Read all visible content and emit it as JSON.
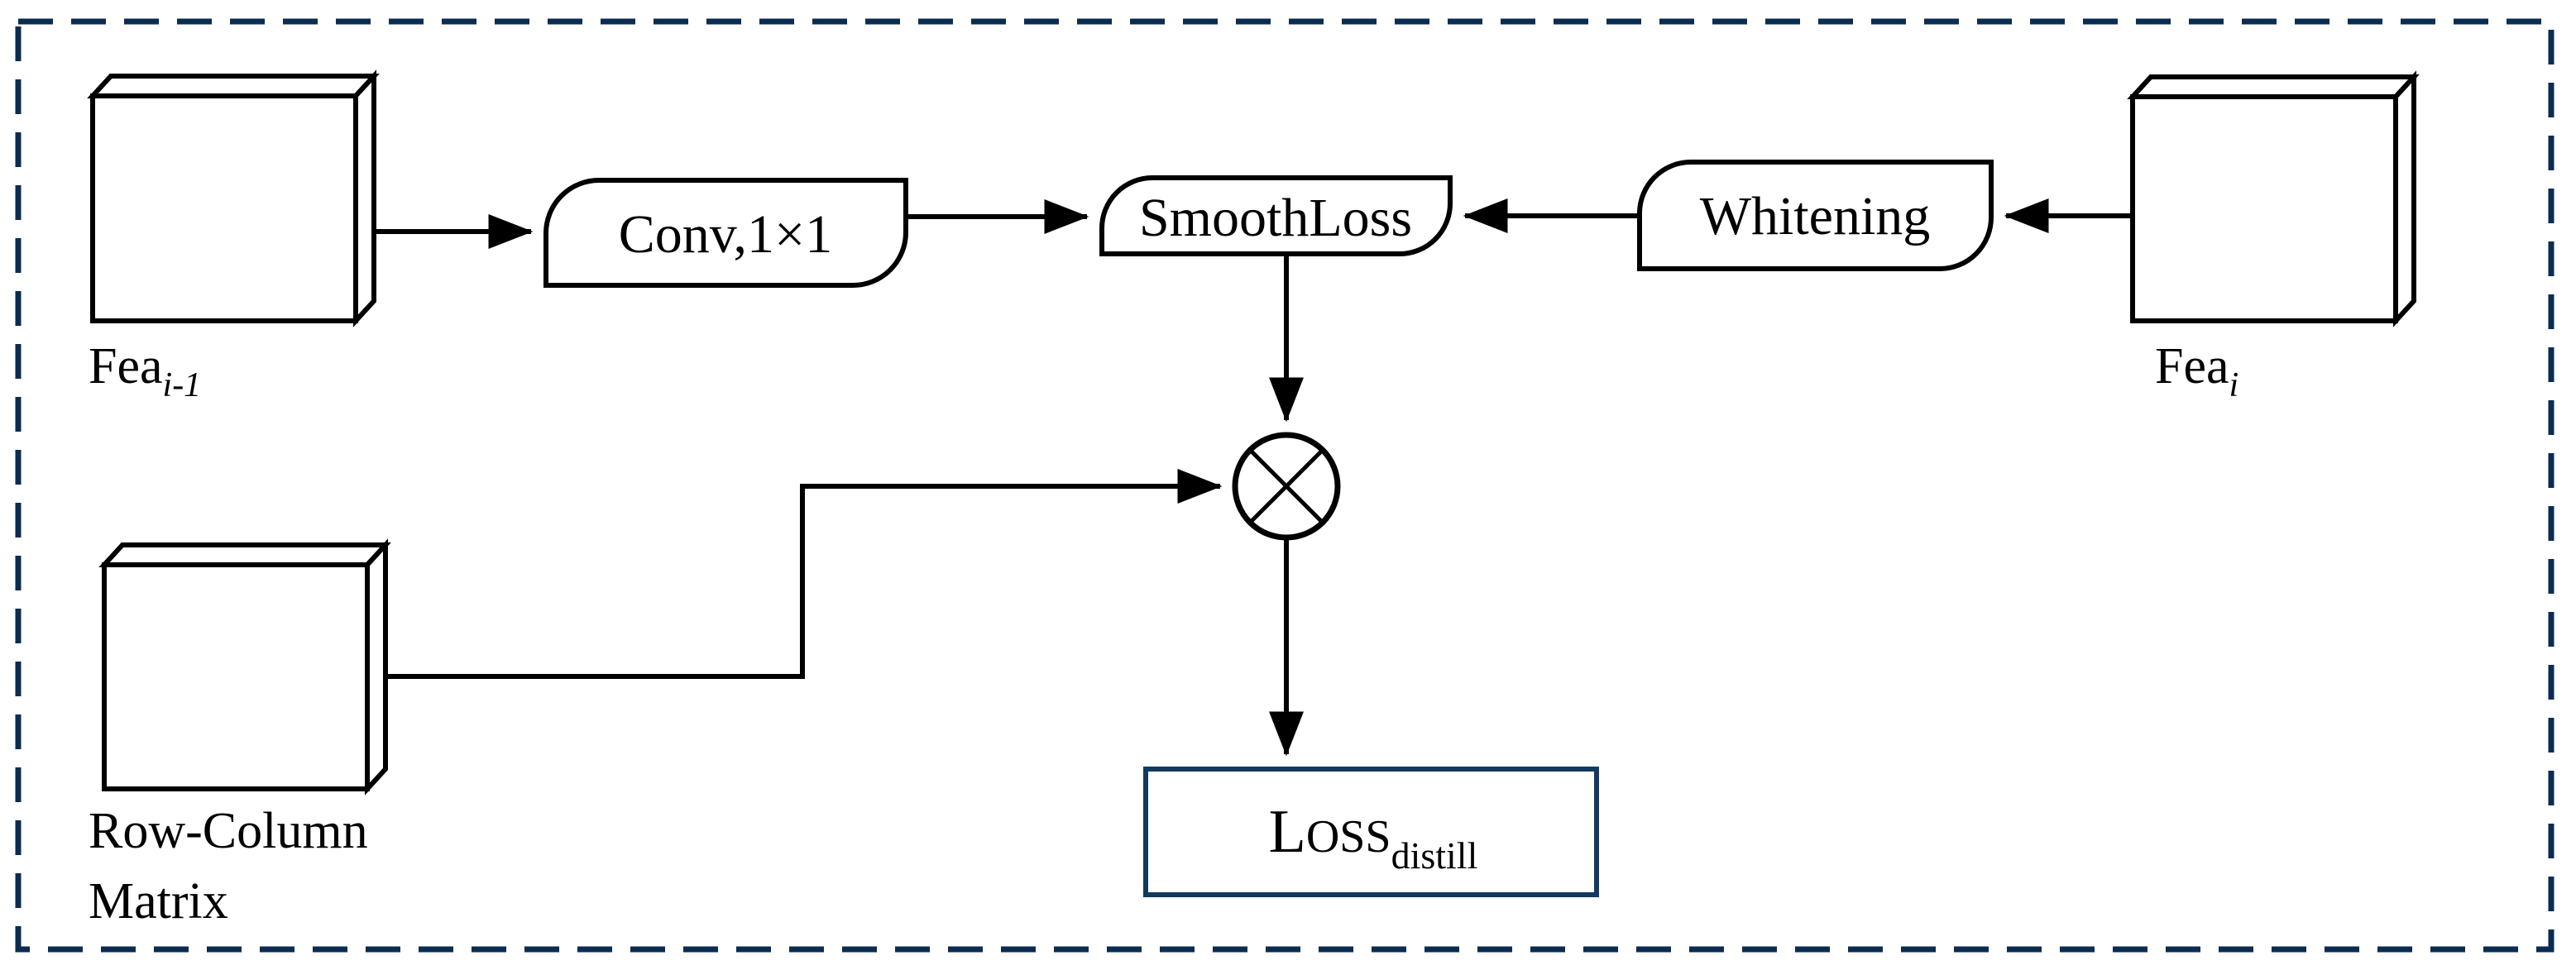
{
  "diagram": {
    "title": "Feature distillation loss block diagram",
    "frame": {
      "style": "dashed",
      "color": "#0b2c52"
    },
    "nodes": {
      "fea_prev": {
        "label_main": "Fea",
        "label_sub": "i-1",
        "shape": "cuboid"
      },
      "row_column_matrix": {
        "label_line1": "Row-Column",
        "label_line2": "Matrix",
        "shape": "cuboid"
      },
      "conv": {
        "label": "Conv,1×1",
        "shape": "rounded-rect"
      },
      "smooth_loss": {
        "label": "SmoothLoss",
        "shape": "rounded-rect"
      },
      "whitening": {
        "label": "Whitening",
        "shape": "rounded-rect"
      },
      "fea_cur": {
        "label_main": "Fea",
        "label_sub": "i",
        "shape": "cuboid"
      },
      "multiply": {
        "symbol": "⊗",
        "shape": "circle-cross"
      },
      "loss_distill": {
        "label_main": "L",
        "label_smallcaps": "OSS",
        "label_sub": "distill",
        "shape": "rect",
        "border_color": "#123a60"
      }
    },
    "edges": [
      {
        "from": "fea_prev",
        "to": "conv",
        "arrow": true
      },
      {
        "from": "conv",
        "to": "smooth_loss",
        "arrow": true
      },
      {
        "from": "fea_cur",
        "to": "whitening",
        "arrow": true
      },
      {
        "from": "whitening",
        "to": "smooth_loss",
        "arrow": true
      },
      {
        "from": "smooth_loss",
        "to": "multiply",
        "arrow": true
      },
      {
        "from": "row_column_matrix",
        "to": "multiply",
        "arrow": true
      },
      {
        "from": "multiply",
        "to": "loss_distill",
        "arrow": true
      }
    ]
  }
}
